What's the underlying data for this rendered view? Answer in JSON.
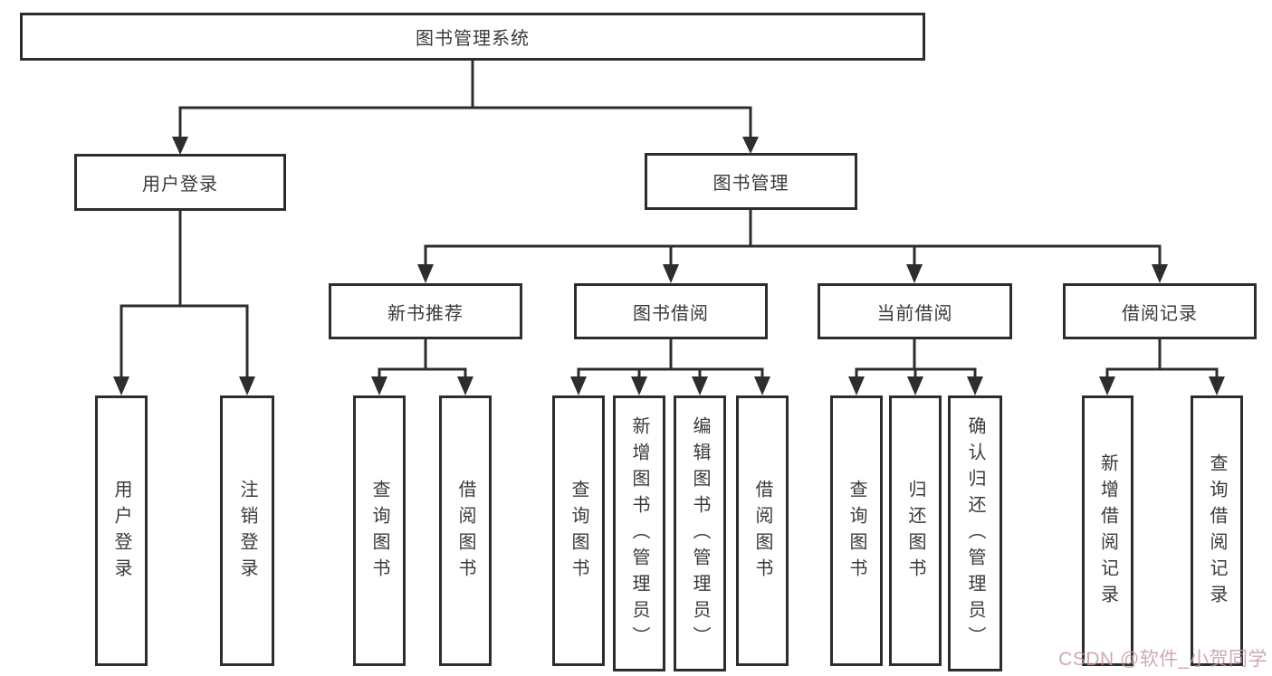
{
  "diagram": {
    "title_node": "图书管理系统",
    "root": {
      "label": "图书管理系统",
      "children": [
        {
          "label": "用户登录",
          "children": [
            {
              "label": "用户登录"
            },
            {
              "label": "注销登录"
            }
          ]
        },
        {
          "label": "图书管理",
          "children": [
            {
              "label": "新书推荐",
              "children": [
                {
                  "label": "查询图书"
                },
                {
                  "label": "借阅图书"
                }
              ]
            },
            {
              "label": "图书借阅",
              "children": [
                {
                  "label": "查询图书"
                },
                {
                  "label": "新增图书（管理员）"
                },
                {
                  "label": "编辑图书（管理员）"
                },
                {
                  "label": "借阅图书"
                }
              ]
            },
            {
              "label": "当前借阅",
              "children": [
                {
                  "label": "查询图书"
                },
                {
                  "label": "归还图书"
                },
                {
                  "label": "确认归还（管理员）"
                }
              ]
            },
            {
              "label": "借阅记录",
              "children": [
                {
                  "label": "新增借阅记录"
                },
                {
                  "label": "查询借阅记录"
                }
              ]
            }
          ]
        }
      ]
    }
  },
  "watermark": {
    "text": "CSDN @软件_小贺同学"
  },
  "colors": {
    "line": "#2d2d2d",
    "text": "#3a3a3a",
    "background": "#ffffff",
    "watermark": "#c79ba0"
  }
}
